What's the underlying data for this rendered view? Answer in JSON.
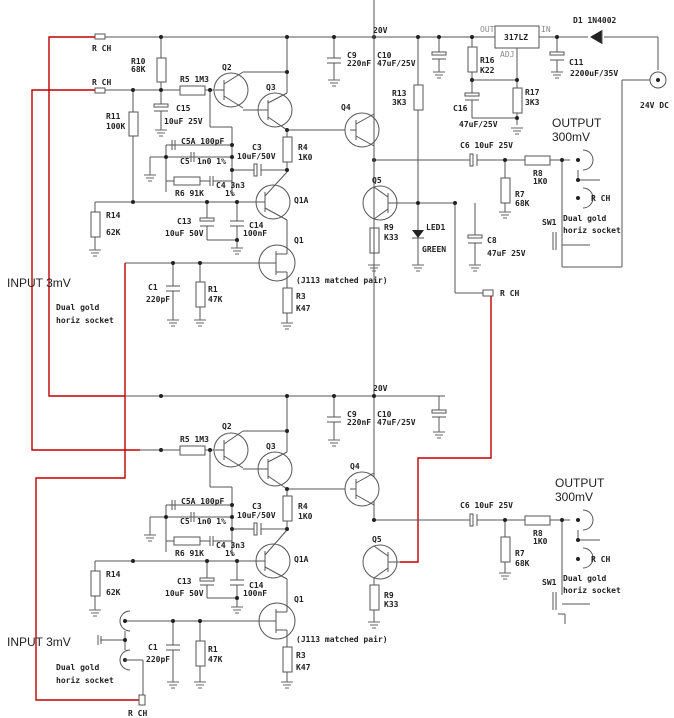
{
  "colors": {
    "wire": "#555555",
    "link_wire": "#c00000",
    "text": "#222222"
  },
  "supply": {
    "rail_label": "20V",
    "regulator": "317LZ",
    "reg_out": "OUT",
    "reg_in": "IN",
    "reg_adj": "ADJ",
    "diode": "D1 1N4002",
    "dc_label": "24V DC"
  },
  "upper": {
    "r_ch_1": "R CH",
    "r_ch_2": "R CH",
    "r_ch_3": "R CH",
    "r10": "R10",
    "r10_v": "68K",
    "r11": "R11",
    "r11_v": "100K",
    "r5": "R5 1M3",
    "c15": "C15",
    "c15_v": "10uF 25V",
    "c5a": "C5A 100pF",
    "c5": "C5",
    "c5_v": "1n0 1%",
    "r6": "R6 91K",
    "c4": "C4 3n3",
    "c4_tol": "1%",
    "c3": "C3",
    "c3_v": "10uF/50V",
    "r4": "R4",
    "r4_v": "1K0",
    "q1": "Q1",
    "q1a": "Q1A",
    "q2": "Q2",
    "q3": "Q3",
    "q4": "Q4",
    "q5": "Q5",
    "c9": "C9",
    "c9_v": "220nF",
    "c10": "C10",
    "c10_v": "47uF/25V",
    "r13": "R13",
    "r13_v": "3K3",
    "r16": "R16",
    "r16_v": "K22",
    "r17": "R17",
    "r17_v": "3K3",
    "c16": "C16",
    "c16_v": "47uF/25V",
    "c11": "C11",
    "c11_v": "2200uF/35V",
    "c6": "C6 10uF 25V",
    "r8": "R8",
    "r8_v": "1K0",
    "r7": "R7",
    "r7_v": "68K",
    "r9": "R9",
    "r9_v": "K33",
    "led": "LED1",
    "led_v": "GREEN",
    "c8": "C8",
    "c8_v": "47uF 25V",
    "r14": "R14",
    "r14_v": "62K",
    "c13": "C13",
    "c13_v": "10uF 50V",
    "c14": "C14",
    "c14_v": "100nF",
    "c1": "C1",
    "c1_v": "220pF",
    "r1": "R1",
    "r1_v": "47K",
    "r3": "R3",
    "r3_v": "K47",
    "jfet_note": "(J113 matched pair)",
    "output": "OUTPUT",
    "output_v": "300mV",
    "sw1": "SW1",
    "socket_l1": "Dual gold",
    "socket_l2": "horiz socket",
    "input": "INPUT 3mV",
    "in_socket_l1": "Dual gold",
    "in_socket_l2": "horiz socket"
  },
  "lower": {
    "rail_label": "20V",
    "r5": "R5 1M3",
    "c5a": "C5A 100pF",
    "c5": "C5",
    "c5_v": "1n0 1%",
    "r6": "R6 91K",
    "c4": "C4 3n3",
    "c4_tol": "1%",
    "c3": "C3",
    "c3_v": "10uF/50V",
    "r4": "R4",
    "r4_v": "1K0",
    "q1": "Q1",
    "q1a": "Q1A",
    "q2": "Q2",
    "q3": "Q3",
    "q4": "Q4",
    "q5": "Q5",
    "c9": "C9",
    "c9_v": "220nF",
    "c10": "C10",
    "c10_v": "47uF/25V",
    "c6": "C6 10uF 25V",
    "r8": "R8",
    "r8_v": "1K0",
    "r7": "R7",
    "r7_v": "68K",
    "r9": "R9",
    "r9_v": "K33",
    "r14": "R14",
    "r14_v": "62K",
    "c13": "C13",
    "c13_v": "10uF 50V",
    "c14": "C14",
    "c14_v": "100nF",
    "c1": "C1",
    "c1_v": "220pF",
    "r1": "R1",
    "r1_v": "47K",
    "r3": "R3",
    "r3_v": "K47",
    "jfet_note": "(J113 matched pair)",
    "output": "OUTPUT",
    "output_v": "300mV",
    "sw1": "SW1",
    "socket_l1": "Dual gold",
    "socket_l2": "horiz socket",
    "r_ch": "R CH",
    "input": "INPUT 3mV",
    "in_socket_l1": "Dual gold",
    "in_socket_l2": "horiz socket",
    "r_ch_bottom": "R CH"
  }
}
